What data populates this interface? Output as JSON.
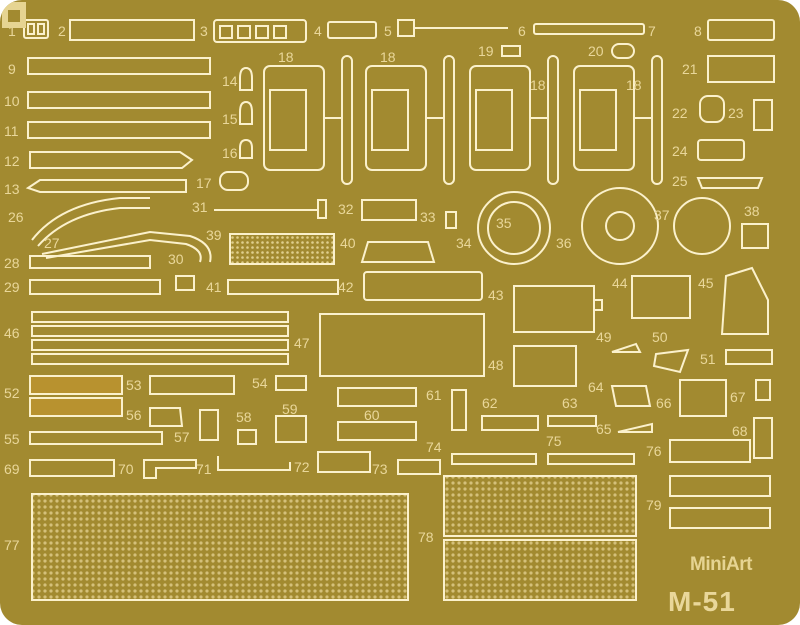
{
  "sheet": {
    "brand": "MiniArt",
    "code": "M-51",
    "part_numbers": [
      "1",
      "2",
      "3",
      "4",
      "5",
      "6",
      "7",
      "8",
      "9",
      "10",
      "11",
      "12",
      "13",
      "14",
      "15",
      "16",
      "17",
      "18",
      "18",
      "18",
      "18",
      "19",
      "20",
      "21",
      "22",
      "23",
      "24",
      "25",
      "26",
      "27",
      "28",
      "29",
      "30",
      "31",
      "32",
      "33",
      "34",
      "35",
      "36",
      "37",
      "38",
      "39",
      "40",
      "41",
      "42",
      "43",
      "44",
      "45",
      "46",
      "47",
      "48",
      "49",
      "50",
      "51",
      "52",
      "53",
      "54",
      "55",
      "56",
      "57",
      "58",
      "59",
      "60",
      "61",
      "62",
      "63",
      "64",
      "65",
      "66",
      "67",
      "68",
      "69",
      "70",
      "71",
      "72",
      "73",
      "74",
      "75",
      "76",
      "77",
      "78",
      "79"
    ]
  },
  "colors": {
    "metal": "#a28a30",
    "outline": "#fbf1cc",
    "numbers": "#e9d79a",
    "mesh": "#c8b468"
  }
}
